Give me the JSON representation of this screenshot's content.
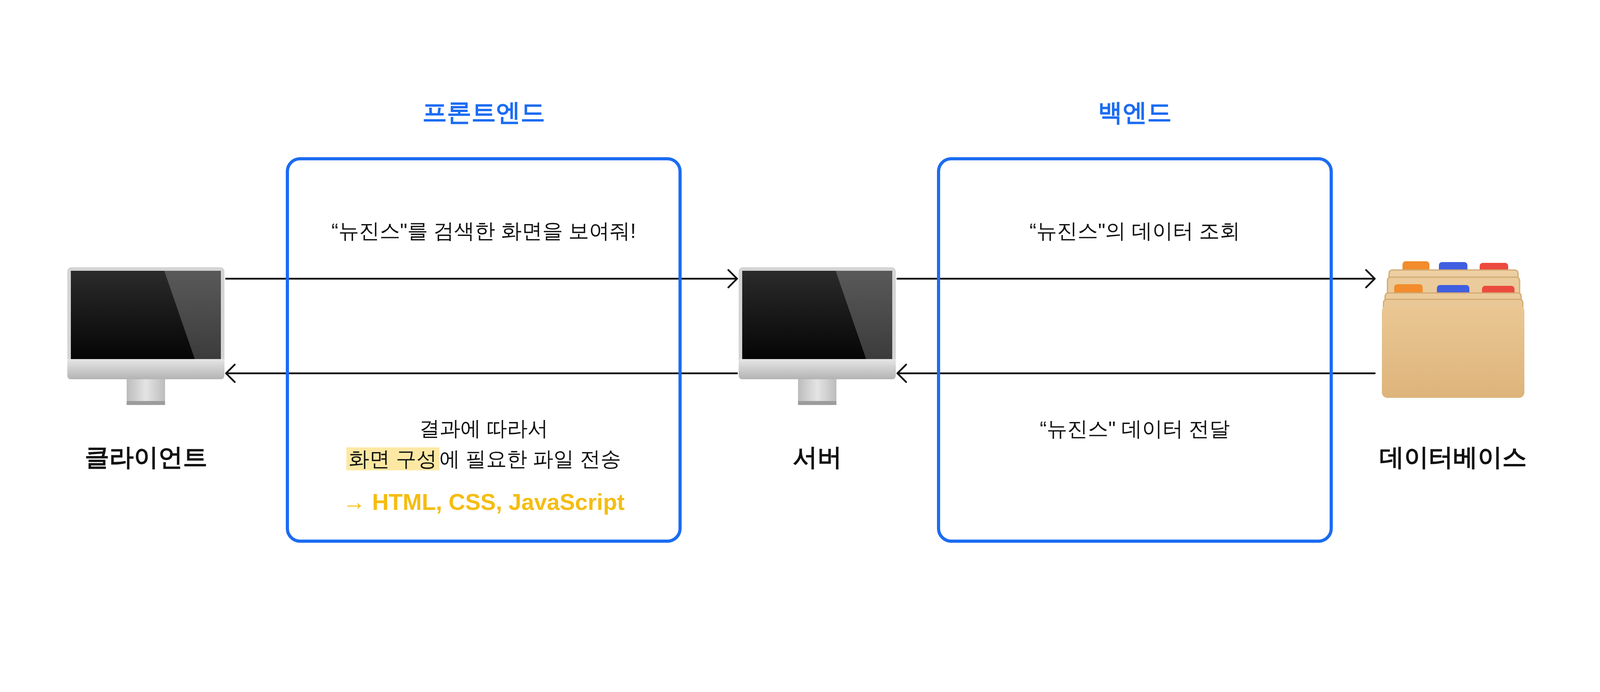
{
  "diagram": {
    "nodes": [
      {
        "text": [
          "클라이언트"
        ]
      },
      {
        "text": [
          "프론트엔드",
          "→ HTML, CSS, JavaScript"
        ]
      },
      {
        "text": [
          "서버"
        ]
      },
      {
        "text": [
          "백엔드"
        ]
      },
      {
        "text": [
          "데이터베이스"
        ]
      }
    ],
    "edges": [
      {
        "from": 0,
        "to": 2,
        "arrow": "to",
        "label": "“뉴진스\"를 검색한 화면을 보여줘!"
      },
      {
        "from": 2,
        "to": 0,
        "arrow": "to",
        "label": "결과에 따라서 화면 구성에 필요한 파일 전송"
      },
      {
        "from": 2,
        "to": 4,
        "arrow": "to",
        "label": "“뉴진스\"의 데이터 조회"
      },
      {
        "from": 4,
        "to": 2,
        "arrow": "to",
        "label": "“뉴진스\" 데이터 전달"
      }
    ]
  }
}
